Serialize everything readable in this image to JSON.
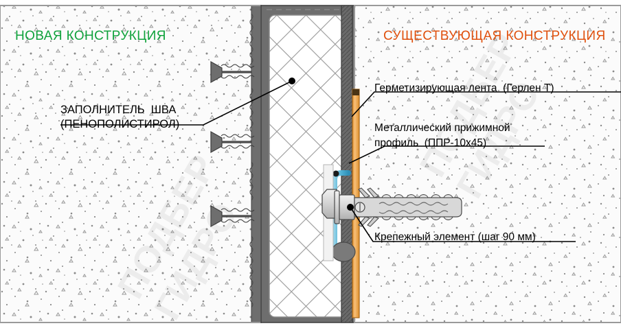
{
  "diagram": {
    "title_left": "НОВАЯ КОНСТРУКЦИЯ",
    "title_right": "СУЩЕСТВУЮЩАЯ КОНСТРУКЦИЯ",
    "colors": {
      "new_construction_label": "#10a23c",
      "existing_construction_label": "#e0510e",
      "sealing_tape": "#f2a23a",
      "tape_hook": "#57b6d8",
      "metal_profile": "#6e6e6e",
      "concrete_fill": "#fafafa",
      "outline": "#808080"
    },
    "labels": {
      "joint_filler_line1": "ЗАПОЛНИТЕЛЬ  ШВА",
      "joint_filler_line2": "(ПЕНОПОЛИСТИРОЛ)",
      "sealing_tape": "Герметизирующая лента  (Герлен Т)",
      "clamp_profile_line1": "Металлический прижимной",
      "clamp_profile_line2": "профиль  (ППР-10х45)",
      "fastener": "Крепежный элемент (шаг 90 мм)"
    },
    "watermark_line1": "ПОДБЕР",
    "watermark_line2": "ГИДРО"
  }
}
